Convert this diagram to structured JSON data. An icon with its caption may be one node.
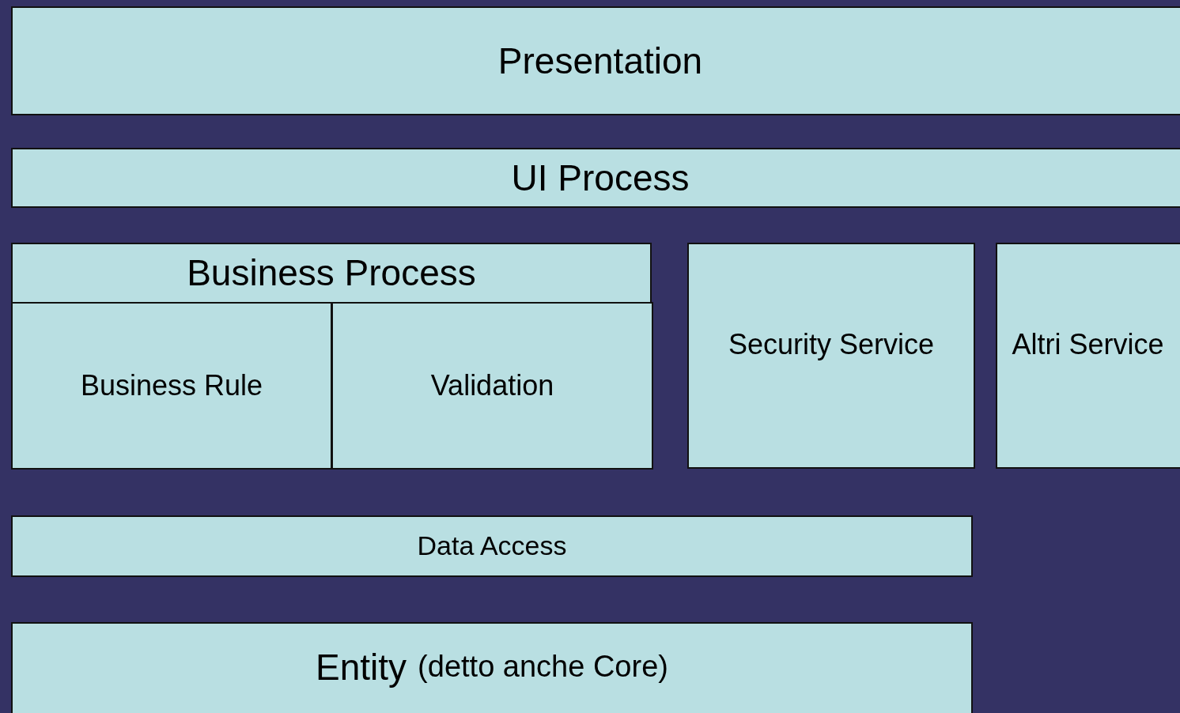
{
  "diagram": {
    "nodes": [
      {
        "text": [
          "Presentation"
        ]
      },
      {
        "text": [
          "UI Process"
        ]
      },
      {
        "text": [
          "Business Process"
        ]
      },
      {
        "text": [
          "Business Rule"
        ],
        "in": 2
      },
      {
        "text": [
          "Validation"
        ],
        "in": 2
      },
      {
        "text": [
          "Security Service"
        ]
      },
      {
        "text": [
          "Altri Service"
        ]
      },
      {
        "text": [
          "Data Access"
        ]
      },
      {
        "text": [
          "Entity",
          "(detto anche Core)"
        ]
      }
    ]
  }
}
